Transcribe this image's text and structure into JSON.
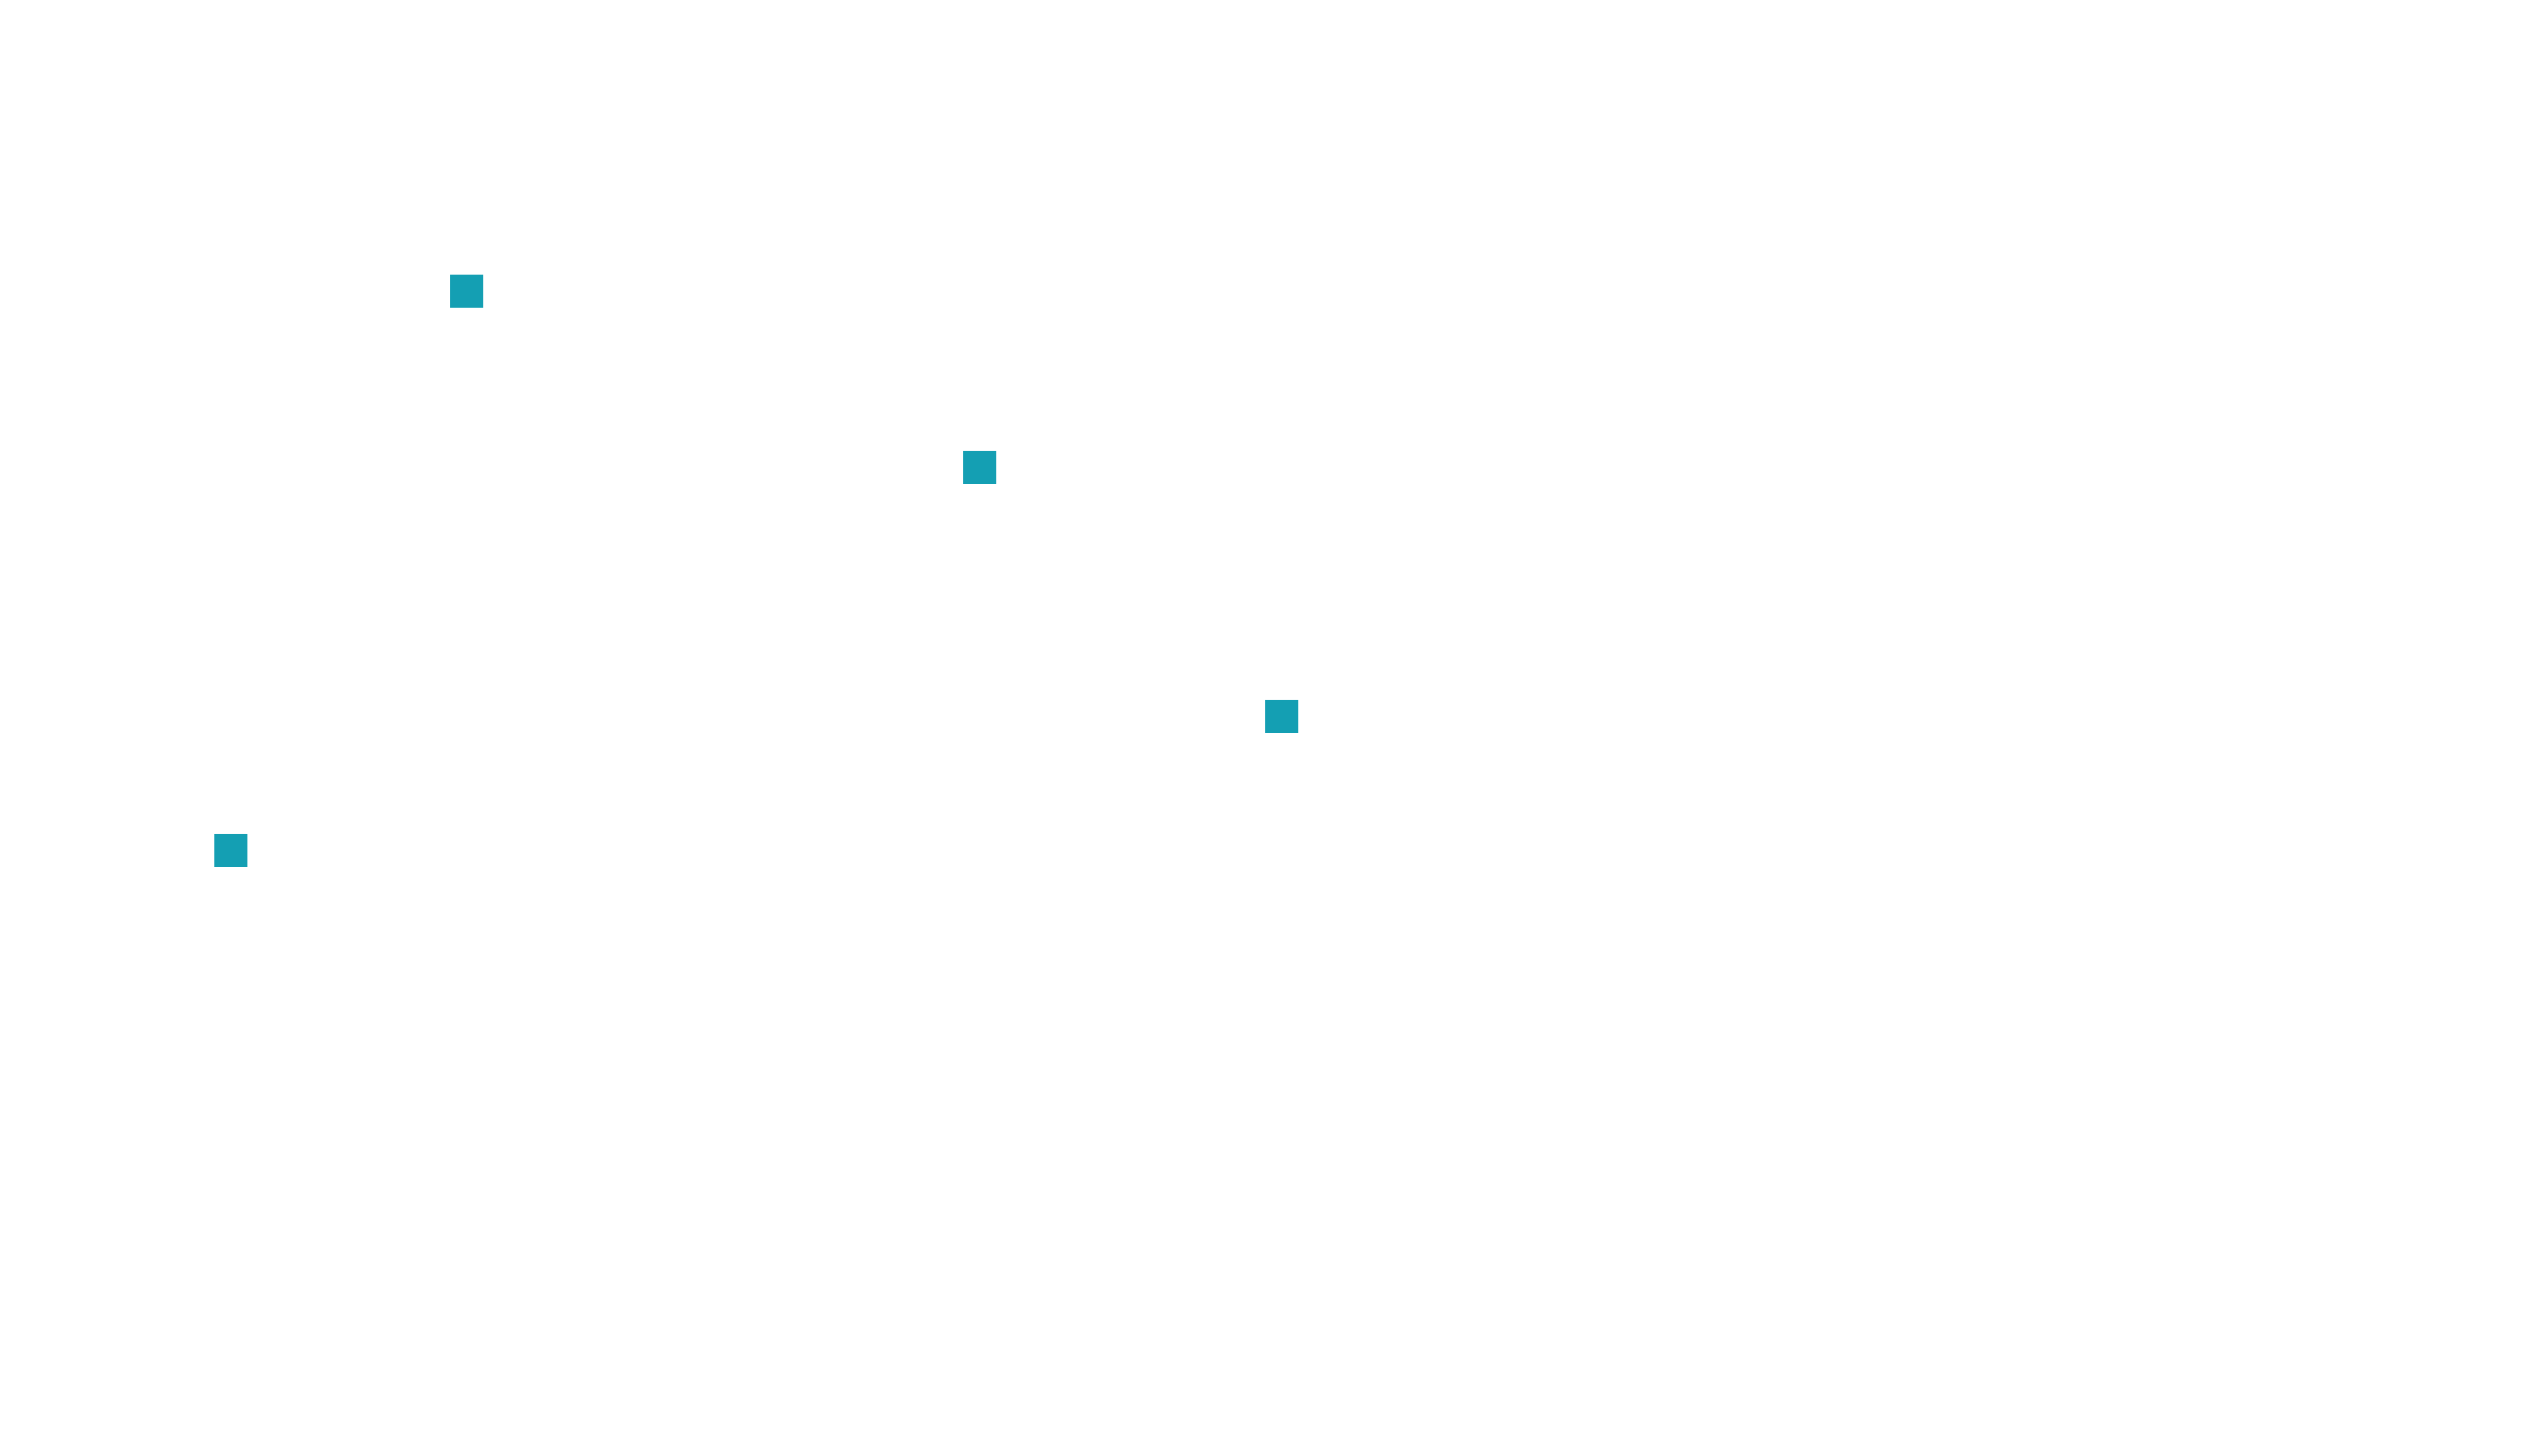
{
  "canvas": {
    "background_color": "#ffffff"
  },
  "markers": {
    "shape": "square",
    "color": "#149FB3",
    "items": [
      {
        "id": 1
      },
      {
        "id": 2
      },
      {
        "id": 3
      },
      {
        "id": 4
      }
    ]
  }
}
